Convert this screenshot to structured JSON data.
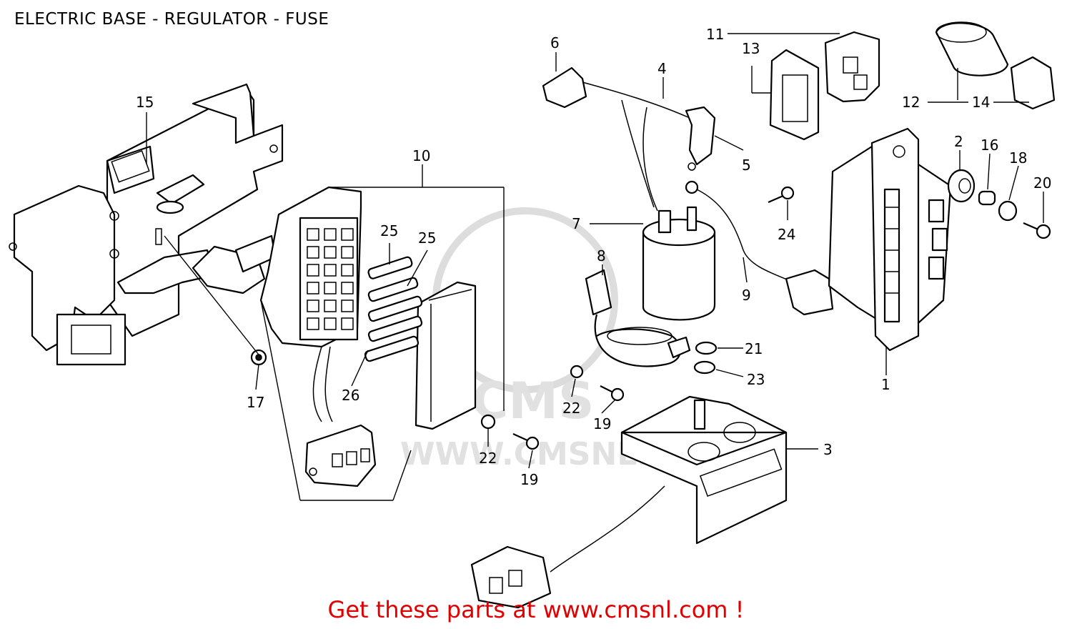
{
  "title": "ELECTRIC BASE - REGULATOR - FUSE",
  "watermark": {
    "logo": "CMS",
    "url": "WWW.CMSNL.COM"
  },
  "footer": "Get these parts at www.cmsnl.com !",
  "callouts": {
    "c1": "1",
    "c2": "2",
    "c3": "3",
    "c4": "4",
    "c5": "5",
    "c6": "6",
    "c7": "7",
    "c8": "8",
    "c9": "9",
    "c10": "10",
    "c11": "11",
    "c12": "12",
    "c13": "13",
    "c14": "14",
    "c15": "15",
    "c16": "16",
    "c17": "17",
    "c18": "18",
    "c19a": "19",
    "c19b": "19",
    "c20": "20",
    "c21": "21",
    "c22a": "22",
    "c22b": "22",
    "c23": "23",
    "c24": "24",
    "c25a": "25",
    "c25b": "25",
    "c26": "26"
  }
}
